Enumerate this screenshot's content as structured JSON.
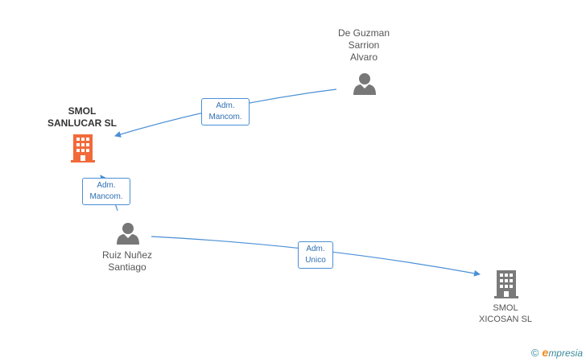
{
  "nodes": {
    "de_guzman": {
      "label": "De Guzman\nSarrion\nAlvaro"
    },
    "smol_sanlucar": {
      "label": "SMOL\nSANLUCAR SL"
    },
    "ruiz_nunez": {
      "label": "Ruiz Nuñez\nSantiago"
    },
    "smol_xicosan": {
      "label": "SMOL\nXICOSAN SL"
    }
  },
  "edges": {
    "e1": {
      "label": "Adm.\nMancom."
    },
    "e2": {
      "label": "Adm.\nMancom."
    },
    "e3": {
      "label": "Adm.\nUnico"
    }
  },
  "brand": {
    "copyright": "©",
    "name": "mpresia",
    "initial": "e"
  },
  "colors": {
    "edge": "#4a8fd6",
    "company_main": "#f26a3a",
    "company": "#7a7a7a",
    "person": "#777777"
  }
}
